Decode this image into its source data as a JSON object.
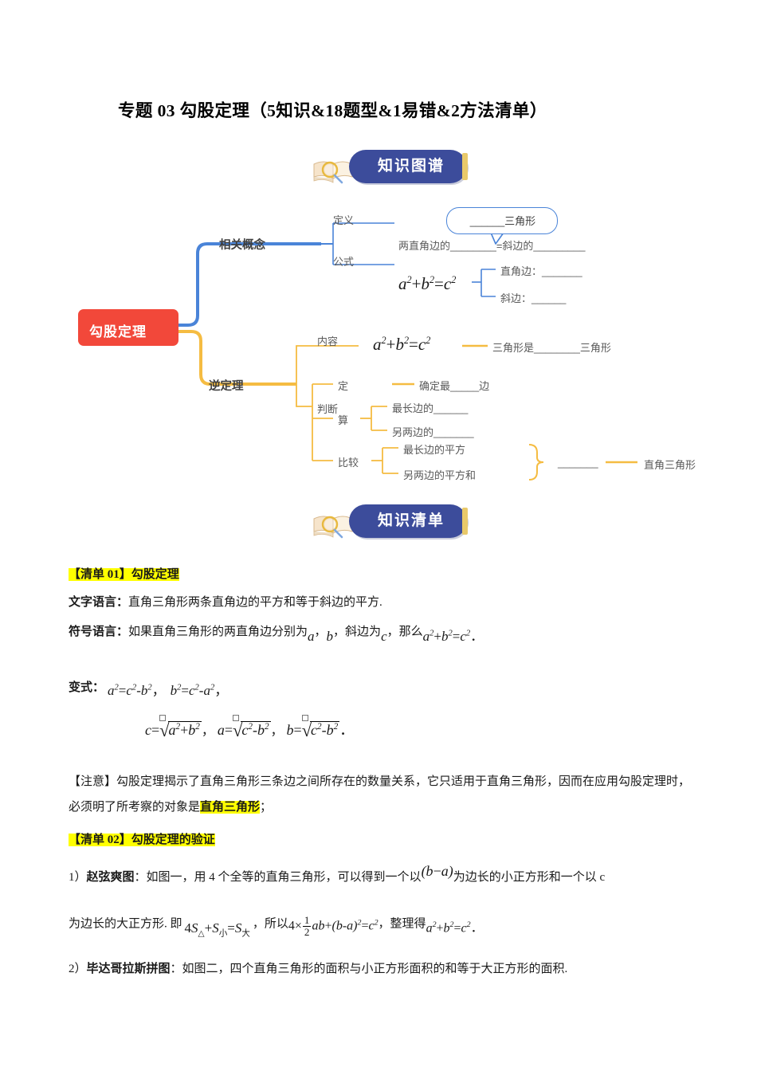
{
  "document": {
    "title": "专题 03  勾股定理（5知识&18题型&1易错&2方法清单）"
  },
  "banners": [
    {
      "label": "知识图谱",
      "icon": "book-magnifier-icon",
      "color": "#3c4c9b"
    },
    {
      "label": "知识清单",
      "icon": "book-magnifier-icon",
      "color": "#3c4c9b"
    }
  ],
  "mindmap": {
    "root": "勾股定理",
    "root_color": "#f2483a",
    "branch_colors": {
      "concept": "#4a84d8",
      "converse": "#f5bc42"
    },
    "bubble": "______三角形",
    "branches": [
      {
        "name": "相关概念",
        "items": [
          {
            "label": "定义",
            "content": "两直角边的________=斜边的_________"
          },
          {
            "label": "公式",
            "content": "a²+b²=c²",
            "sub": [
              "直角边：_______",
              "斜边：______"
            ]
          }
        ]
      },
      {
        "name": "逆定理",
        "items": [
          {
            "label": "内容",
            "content": "a²+b²=c²",
            "tail": "三角形是________三角形"
          },
          {
            "label": "判断",
            "groups": [
              {
                "label": "定",
                "lines": [
                  "确定最_____边"
                ]
              },
              {
                "label": "算",
                "lines": [
                  "最长边的______",
                  "另两边的_______"
                ]
              },
              {
                "label": "比较",
                "lines": [
                  "最长边的平方",
                  "另两边的平方和"
                ],
                "brace_tail": "_______",
                "brace_result": "直角三角形"
              }
            ]
          }
        ]
      }
    ]
  },
  "sections": {
    "list01": {
      "tag": "【清单 01】",
      "heading": "勾股定理",
      "text_language_label": "文字语言：",
      "text_language": "直角三角形两条直角边的平方和等于斜边的平方.",
      "symbol_language_label": "符号语言：",
      "symbol_language_pre": "如果直角三角形的两直角边分别为",
      "symbol_a": "a",
      "symbol_comma1": "，",
      "symbol_b": "b",
      "symbol_mid": "，斜边为",
      "symbol_c": "c",
      "symbol_post": "，那么",
      "symbol_formula": "a²+b²=c²．",
      "variant_label": "变式：",
      "variant_1": "a²=c²-b²，",
      "variant_2": "b²=c²-a²，",
      "variant_roots": "c=√(a²+b²)，a=√(c²-b²)，b=√(c²-b²)．",
      "note_tag": "【注意】",
      "note_text_1": "勾股定理揭示了直角三角形三条边之间所存在的数量关系，它只适用于直角三角形，因而在应用勾股定理时，必须明了所考察的对象是",
      "note_highlight": "直角三角形",
      "note_text_2": "；"
    },
    "list02": {
      "tag": "【清单 02】",
      "heading": "勾股定理的验证",
      "item1_num": "1）",
      "item1_title": "赵弦爽图",
      "item1_colon": "：",
      "item1_text_a": "如图一，用 4 个全等的直角三角形，可以得到一个以",
      "item1_math_ba": "(b-a)",
      "item1_text_b": "为边长的小正方形和一个以 c",
      "item1_text_c": "为边长的大正方形. 即",
      "item1_formula_1": "4S△+S小=S大",
      "item1_text_d": "，所以",
      "item1_formula_2": "4×½ab+(b-a)²=c²",
      "item1_text_e": "，整理得",
      "item1_formula_3": "a²+b²=c²．",
      "item2_num": "2）",
      "item2_title": "毕达哥拉斯拼图",
      "item2_colon": "：",
      "item2_text": "如图二，四个直角三角形的面积与小正方形面积的和等于大正方形的面积."
    }
  }
}
